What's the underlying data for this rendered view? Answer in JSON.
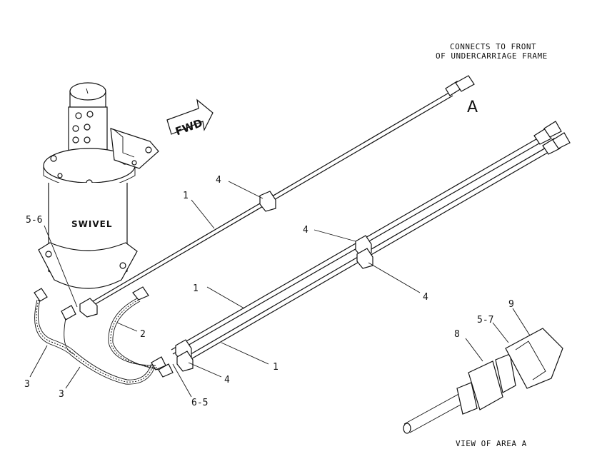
{
  "captions": {
    "connects_line1": "CONNECTS TO FRONT",
    "connects_line2": "OF UNDERCARRIAGE FRAME",
    "view_of_area": "VIEW OF AREA A",
    "area_letter": "A",
    "fwd": "FWD",
    "swivel": "SWIVEL"
  },
  "callouts": [
    {
      "id": "c4a",
      "text": "4"
    },
    {
      "id": "c1a",
      "text": "1"
    },
    {
      "id": "c56",
      "text": "5-6"
    },
    {
      "id": "c4b",
      "text": "4"
    },
    {
      "id": "c4c",
      "text": "4"
    },
    {
      "id": "c1b",
      "text": "1"
    },
    {
      "id": "c2",
      "text": "2"
    },
    {
      "id": "c3a",
      "text": "3"
    },
    {
      "id": "c3b",
      "text": "3"
    },
    {
      "id": "c65",
      "text": "6-5"
    },
    {
      "id": "c4d",
      "text": "4"
    },
    {
      "id": "c1c",
      "text": "1"
    },
    {
      "id": "c8",
      "text": "8"
    },
    {
      "id": "c57",
      "text": "5-7"
    },
    {
      "id": "c9",
      "text": "9"
    }
  ]
}
